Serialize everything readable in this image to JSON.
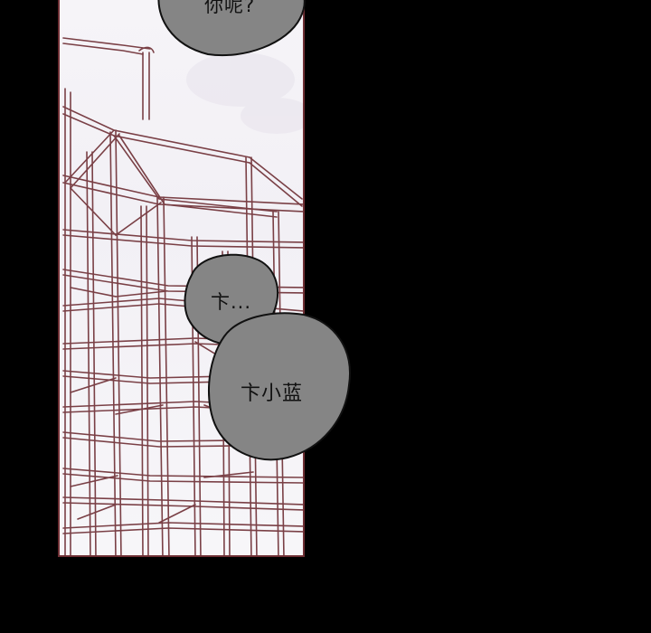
{
  "bubbles": [
    {
      "id": "top",
      "text": "你呢?"
    },
    {
      "id": "mid",
      "text": "卞..."
    },
    {
      "id": "bottom",
      "text": "卞小蓝"
    }
  ],
  "colors": {
    "page_background": "#000000",
    "panel_frame": "#6e2f34",
    "scaffold_line": "#7a4046",
    "bubble_fill": "#858585",
    "bubble_outline": "#111111"
  }
}
